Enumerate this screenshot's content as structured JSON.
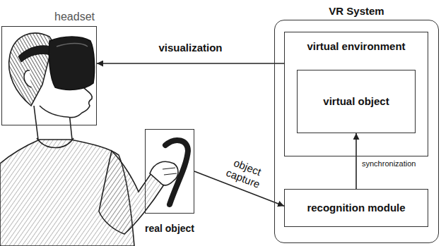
{
  "diagram": {
    "nodes": [
      {
        "text": [
          "headset"
        ]
      },
      {
        "text": [
          "VR System"
        ]
      },
      {
        "text": [
          "virtual environment"
        ],
        "in": 1
      },
      {
        "text": [
          "virtual object"
        ],
        "in": 2
      },
      {
        "text": [
          "real object"
        ]
      },
      {
        "text": [
          "recognition module"
        ],
        "in": 1
      }
    ],
    "edges": [
      {
        "from": 2,
        "to": 0,
        "arrow": "to",
        "label": "visualization"
      },
      {
        "from": 4,
        "to": 5,
        "arrow": "to",
        "label": "object capture"
      },
      {
        "from": 5,
        "to": 3,
        "arrow": "to",
        "label": "synchronization"
      }
    ]
  }
}
